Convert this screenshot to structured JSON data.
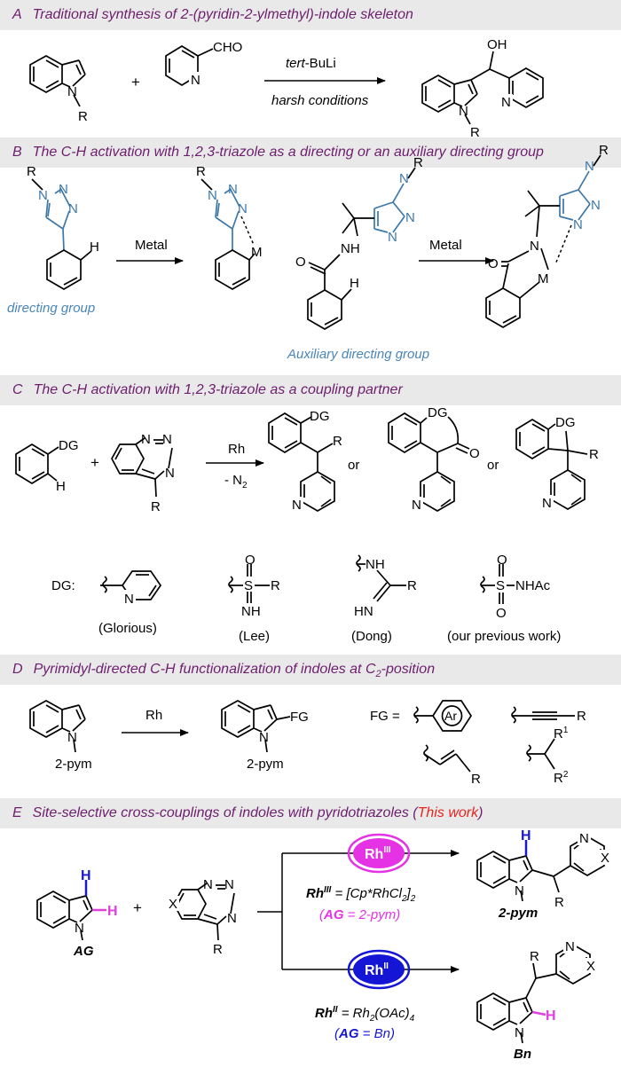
{
  "sections": {
    "a": {
      "letter": "A",
      "title": "Traditional synthesis of 2-(pyridin-2-ylmethyl)-indole skeleton"
    },
    "b": {
      "letter": "B",
      "title": "The C-H activation with 1,2,3-triazole as a directing or an auxiliary directing group"
    },
    "c": {
      "letter": "C",
      "title": "The C-H activation with 1,2,3-triazole as a coupling partner"
    },
    "d": {
      "letter": "D",
      "title_pre": "Pyrimidyl-directed C-H functionalization of indoles at C",
      "title_sub": "2",
      "title_post": "-position"
    },
    "e": {
      "letter": "E",
      "title_pre": "Site-selective cross-couplings of indoles with pyridotriazoles (",
      "title_red": "This work",
      "title_post": ")"
    }
  },
  "atoms": {
    "N": "N",
    "R": "R",
    "H": "H",
    "M": "M",
    "O": "O",
    "OH": "OH",
    "CHO": "CHO",
    "NH": "NH",
    "HN": "HN",
    "S": "S",
    "DG": "DG",
    "X": "X",
    "FG": "FG",
    "Ar": "Ar",
    "R1": "R",
    "sup1": "1",
    "R2": "R",
    "sup2": "2",
    "NHAc": "NHAc",
    "pym2": "2-pym",
    "AG": "AG",
    "Bn": "Bn",
    "plus": "+",
    "or": "or",
    "eq": "="
  },
  "reagents": {
    "tbuli_it": "tert",
    "tbuli_rest": "-BuLi",
    "harsh": "harsh conditions",
    "metal": "Metal",
    "rh": "Rh",
    "n2_pre": "- N",
    "n2_sub": "2"
  },
  "labels": {
    "directing_group": "directing group",
    "aux_directing_group": "Auxiliary directing group",
    "dg_prefix": "DG:",
    "glorious": "(Glorious)",
    "lee": "(Lee)",
    "dong": "(Dong)",
    "previous": "(our previous work)",
    "fg_eq": "FG  ="
  },
  "catalysts": {
    "rh3_badge": "Rh",
    "rh3_sup": "III",
    "rh3_def_pre": "Rh",
    "rh3_def_sup": "III",
    "rh3_def_eq": " = [Cp*RhCl",
    "rh3_def_sub": "2",
    "rh3_def_end": "]",
    "rh3_def_sub2": "2",
    "ag_pym_open": "(",
    "ag_pym_ag": "AG",
    "ag_pym_rest": " = 2-pym)",
    "rh2_badge": "Rh",
    "rh2_sup": "II",
    "rh2_def_pre": "Rh",
    "rh2_def_sup": "II",
    "rh2_def_eq": " = Rh",
    "rh2_def_sub": "2",
    "rh2_def_mid": "(OAc)",
    "rh2_def_sub2": "4",
    "ag_bn_open": "(",
    "ag_bn_ag": "AG",
    "ag_bn_rest": " = Bn)"
  },
  "colors": {
    "header_text": "#6d1e6e",
    "header_bg": "#e9e9e9",
    "this_work": "#e8231f",
    "triazole_blue": "#3c78a8",
    "label_blue": "#4a86b8",
    "magenta": "#e432e4",
    "magenta_dark": "#c21ac2",
    "blue": "#1515d6",
    "h_blue": "#1a1acc",
    "h_pink": "#e040e0"
  }
}
